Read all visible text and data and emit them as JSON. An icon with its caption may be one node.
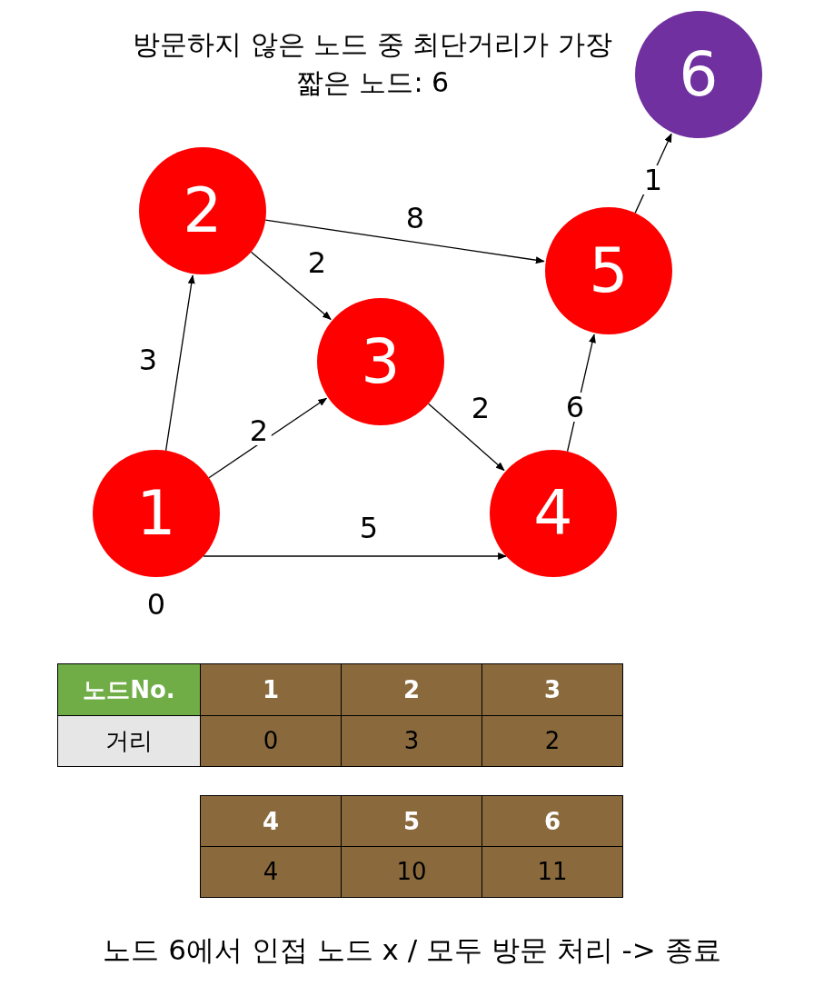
{
  "diagram": {
    "title": "방문하지 않은 노드 중 최단거리가 가장 짧은 노드: 6",
    "caption": "노드 6에서 인접 노드 x / 모두 방문 처리 -> 종료",
    "nodes": [
      {
        "text": [
          "1"
        ],
        "beside": [
          "0"
        ]
      },
      {
        "text": [
          "2"
        ]
      },
      {
        "text": [
          "3"
        ]
      },
      {
        "text": [
          "4"
        ]
      },
      {
        "text": [
          "5"
        ]
      },
      {
        "text": [
          "6"
        ]
      }
    ],
    "edges": [
      {
        "from": 0,
        "to": 1,
        "arrow": "to",
        "label": "3"
      },
      {
        "from": 0,
        "to": 2,
        "arrow": "to",
        "label": "2"
      },
      {
        "from": 0,
        "to": 3,
        "arrow": "to",
        "label": "5"
      },
      {
        "from": 1,
        "to": 2,
        "arrow": "to",
        "label": "2"
      },
      {
        "from": 1,
        "to": 4,
        "arrow": "to",
        "label": "8"
      },
      {
        "from": 2,
        "to": 3,
        "arrow": "to",
        "label": "2"
      },
      {
        "from": 3,
        "to": 4,
        "arrow": "to",
        "label": "6"
      },
      {
        "from": 4,
        "to": 5,
        "arrow": "to",
        "label": "1"
      }
    ],
    "labels": [
      "노드No.",
      "1",
      "2",
      "3",
      "거리",
      "0",
      "3",
      "2",
      "4",
      "5",
      "6",
      "4",
      "10",
      "11"
    ]
  }
}
